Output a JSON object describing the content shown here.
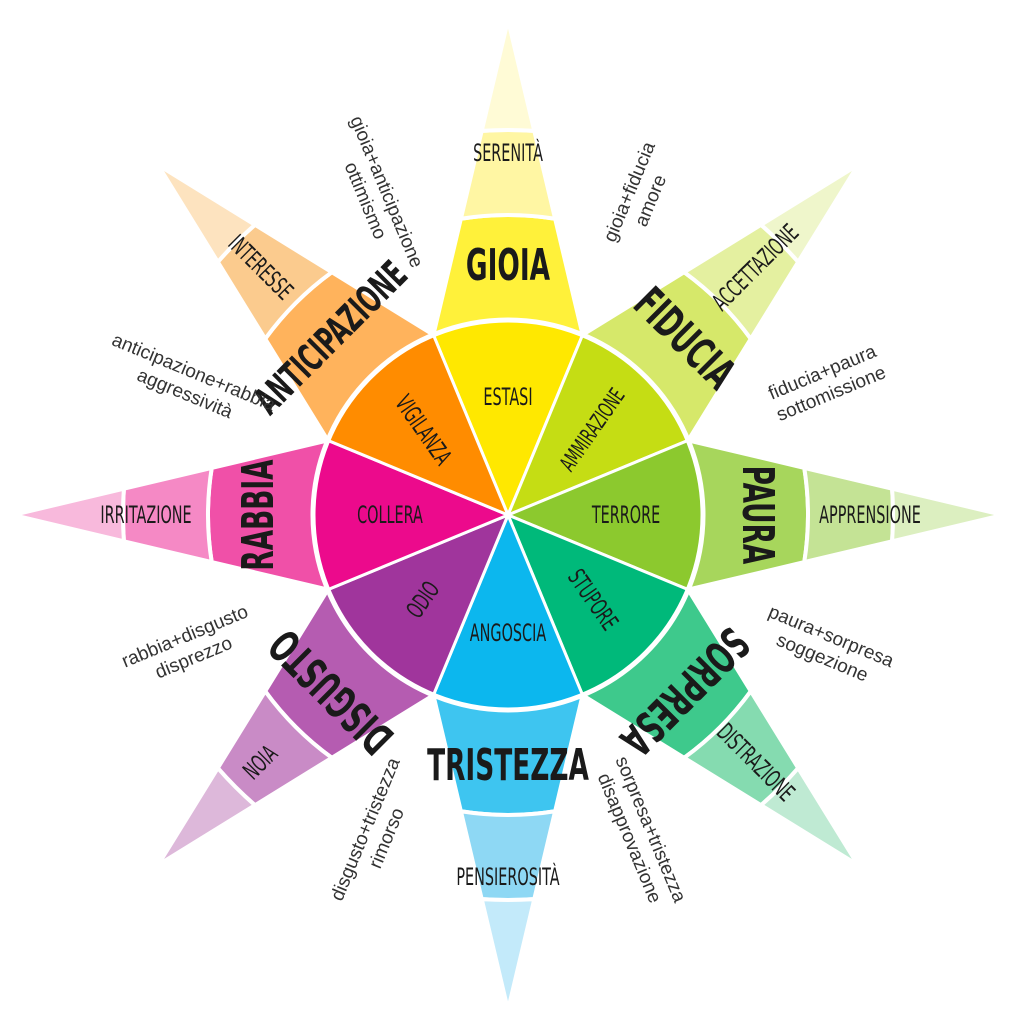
{
  "petals": [
    {
      "key": "gioia",
      "inner": "ESTASI",
      "primary": "GIOIA",
      "outer": "SERENITÀ",
      "colors": [
        "#ffe800",
        "#fff13a",
        "#fff6a3",
        "#fffbd6"
      ]
    },
    {
      "key": "fiducia",
      "inner": "AMMIRAZIONE",
      "primary": "FIDUCIA",
      "outer": "ACCETTAZIONE",
      "colors": [
        "#c5dd14",
        "#d6e86a",
        "#e4f0a0",
        "#eff6cb"
      ]
    },
    {
      "key": "paura",
      "inner": "TERRORE",
      "primary": "PAURA",
      "outer": "APPRENSIONE",
      "colors": [
        "#8cc92e",
        "#a7d65c",
        "#c4e395",
        "#dcefc0"
      ]
    },
    {
      "key": "sorpresa",
      "inner": "STUPORE",
      "primary": "SORPRESA",
      "outer": "DISTRAZIONE",
      "colors": [
        "#00b97a",
        "#3ec98c",
        "#85dbb0",
        "#bfead3"
      ]
    },
    {
      "key": "tristezza",
      "inner": "ANGOSCIA",
      "primary": "TRISTEZZA",
      "outer": "PENSIEROSITÀ",
      "colors": [
        "#0cb7ee",
        "#3ec5f0",
        "#8ed8f4",
        "#c3eafa"
      ]
    },
    {
      "key": "disgusto",
      "inner": "ODIO",
      "primary": "DISGUSTO",
      "outer": "NOIA",
      "colors": [
        "#a0359c",
        "#b55cb1",
        "#c98bc6",
        "#ddb8da"
      ]
    },
    {
      "key": "rabbia",
      "inner": "COLLERA",
      "primary": "RABBIA",
      "outer": "IRRITAZIONE",
      "colors": [
        "#ec0a8c",
        "#f050a8",
        "#f589c5",
        "#f8b9dc"
      ]
    },
    {
      "key": "anticipazione",
      "inner": "VIGILANZA",
      "primary": "ANTICIPAZIONE",
      "outer": "INTERESSE",
      "colors": [
        "#ff8c00",
        "#ffb35c",
        "#fbcb8e",
        "#fde3bf"
      ]
    }
  ],
  "dyads": [
    {
      "combo": "gioia+fiducia",
      "name": "amore"
    },
    {
      "combo": "fiducia+paura",
      "name": "sottomissione"
    },
    {
      "combo": "paura+sorpresa",
      "name": "soggezione"
    },
    {
      "combo": "sorpresa+tristezza",
      "name": "disapprovazione"
    },
    {
      "combo": "disgusto+tristezza",
      "name": "rimorso"
    },
    {
      "combo": "rabbia+disgusto",
      "name": "disprezzo"
    },
    {
      "combo": "anticipazione+rabbia",
      "name": "aggressività"
    },
    {
      "combo": "gioia+anticipazione",
      "name": "ottimismo"
    }
  ]
}
